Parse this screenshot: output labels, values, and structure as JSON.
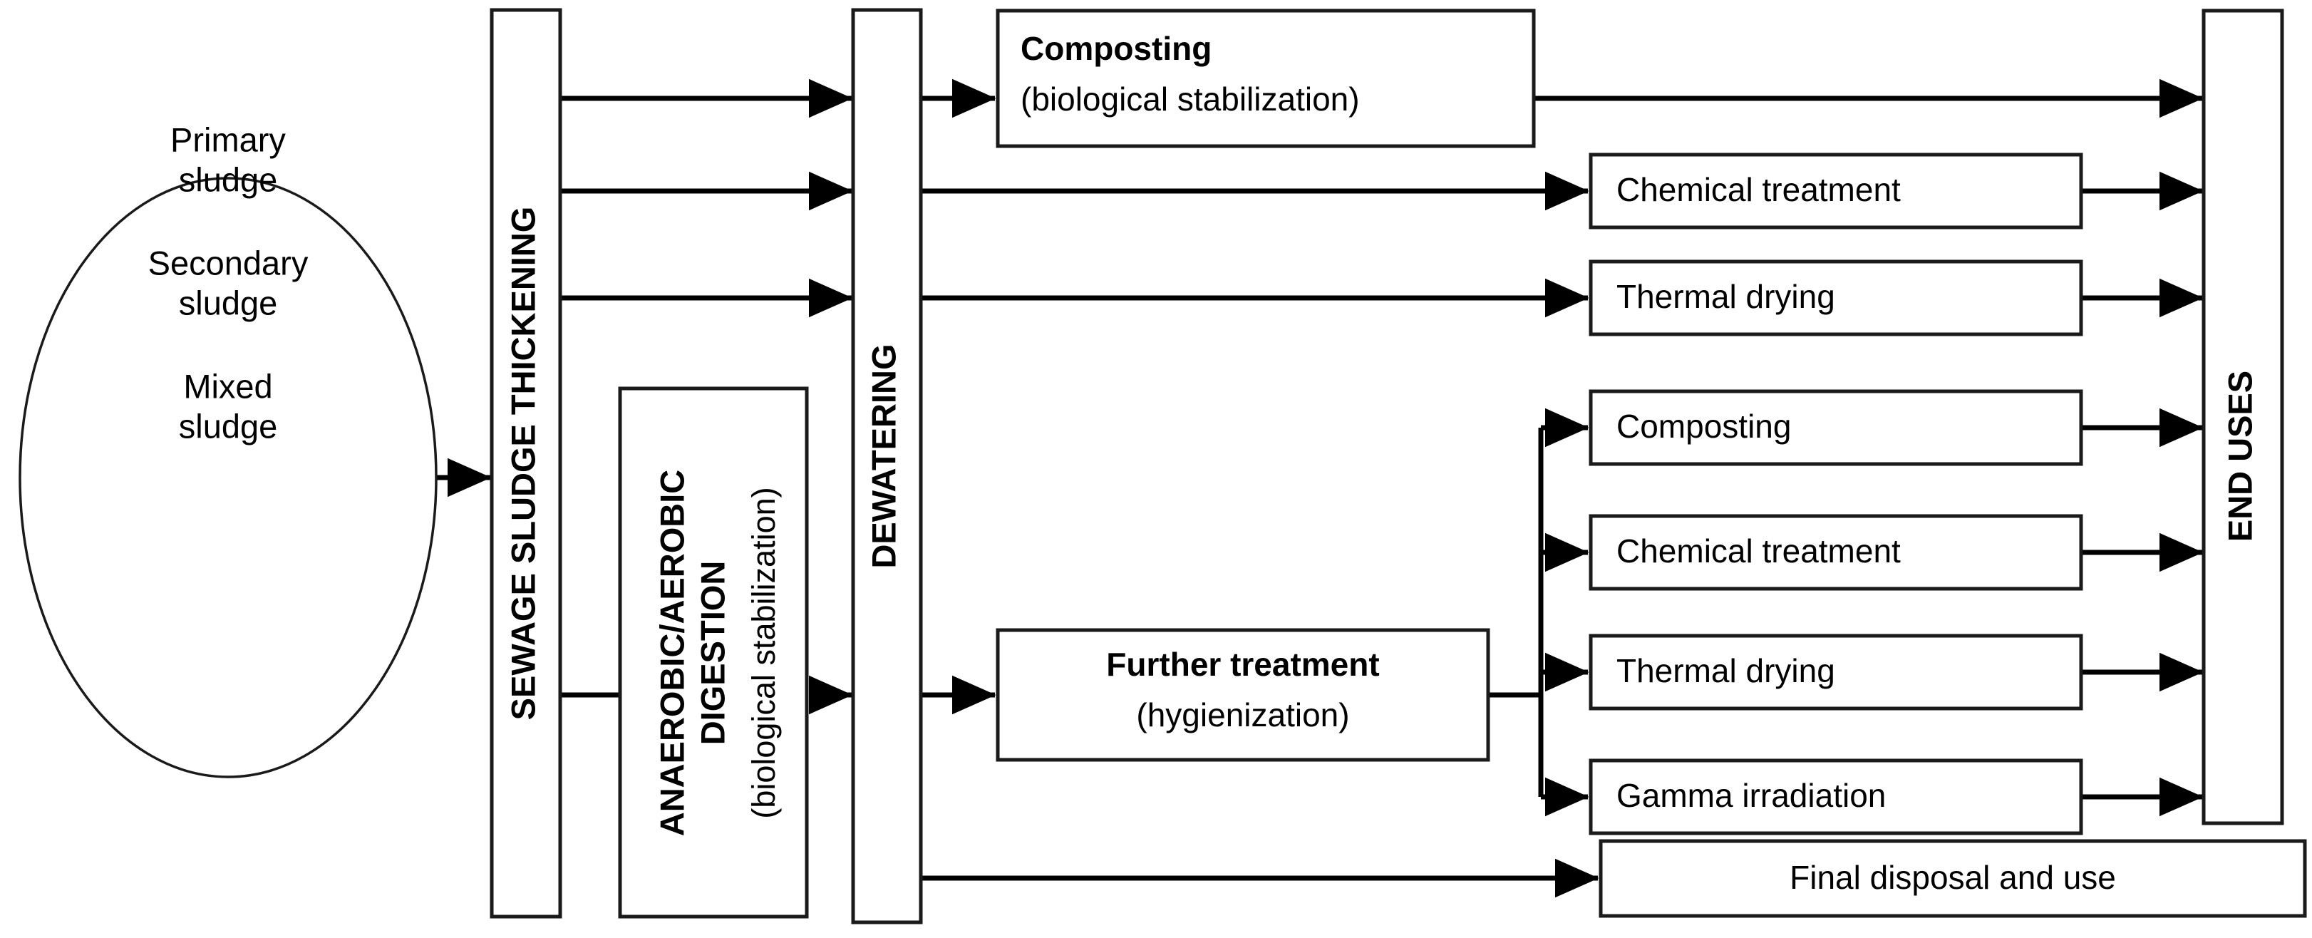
{
  "diagram": {
    "title": "Sewage sludge treatment process flow",
    "colors": {
      "stroke": "#1a1a1a",
      "arrow": "#000000",
      "background": "#ffffff"
    },
    "source": {
      "name": "sludge-source-ellipse",
      "lines": [
        "Primary",
        "sludge",
        "Secondary",
        "sludge",
        "Mixed",
        "sludge"
      ],
      "line1": "Primary",
      "line2": "sludge",
      "line3": "Secondary",
      "line4": "sludge",
      "line5": "Mixed",
      "line6": "sludge"
    },
    "stages": {
      "thickening": {
        "label": "SEWAGE SLUDGE THICKENING"
      },
      "digestion": {
        "label_line1": "ANAEROBIC/AEROBIC",
        "label_line2": "DIGESTION",
        "sub_label": "(biological stabilization)"
      },
      "dewatering": {
        "label": "DEWATERING"
      },
      "end_uses": {
        "label": "END USES"
      }
    },
    "boxes": {
      "composting_top": {
        "title": "Composting",
        "subtitle": "(biological stabilization)"
      },
      "chemical_treatment_top": {
        "title": "Chemical treatment"
      },
      "thermal_drying_top": {
        "title": "Thermal drying"
      },
      "further_treatment": {
        "title": "Further treatment",
        "subtitle": "(hygienization)"
      },
      "composting_bottom": {
        "title": "Composting"
      },
      "chemical_treatment_bottom": {
        "title": "Chemical treatment"
      },
      "thermal_drying_bottom": {
        "title": "Thermal drying"
      },
      "gamma_irradiation": {
        "title": "Gamma irradiation"
      },
      "final_disposal": {
        "title": "Final disposal and use"
      }
    }
  }
}
